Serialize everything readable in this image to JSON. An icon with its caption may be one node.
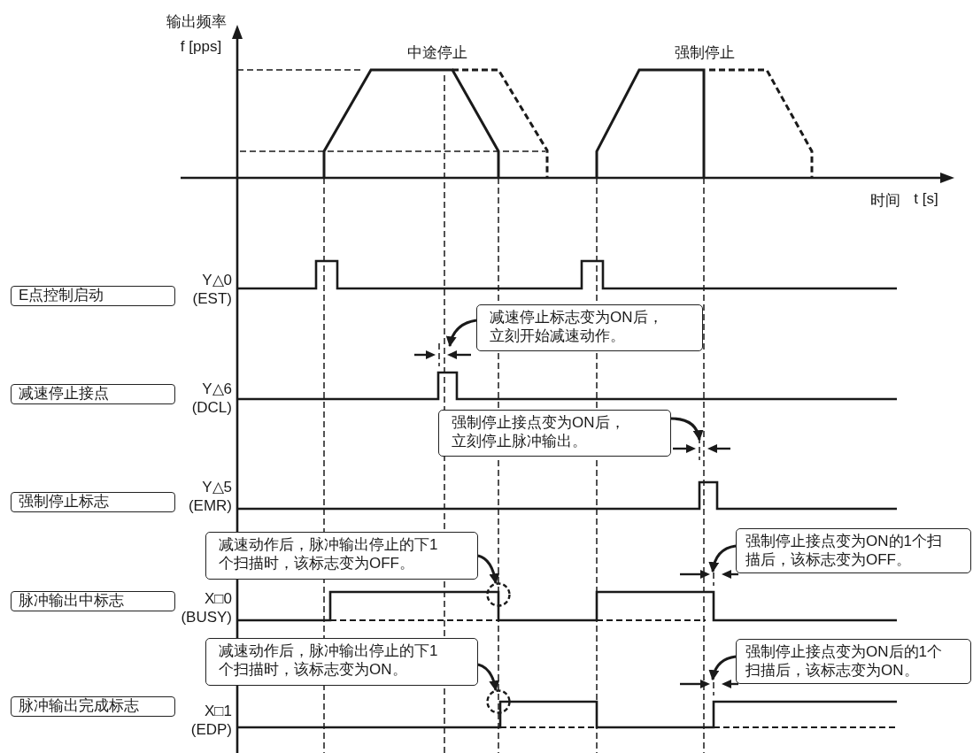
{
  "diagram": {
    "nodes": [
      {
        "text": [
          "E点控制启动"
        ],
        "beside": [
          "Y△0 (EST)"
        ]
      },
      {
        "text": [
          "减速停止接点"
        ],
        "beside": [
          "Y△6 (DCL)"
        ]
      },
      {
        "text": [
          "强制停止标志"
        ],
        "beside": [
          "Y△5 (EMR)"
        ]
      },
      {
        "text": [
          "脉冲输出中标志"
        ],
        "beside": [
          "X□0 (BUSY)"
        ]
      },
      {
        "text": [
          "脉冲输出完成标志"
        ],
        "beside": [
          "X□1 (EDP)"
        ]
      },
      {
        "text": [
          "减速停止标志变为ON后，立刻开始减速动作。"
        ]
      },
      {
        "text": [
          "强制停止接点变为ON后，立刻停止脉冲输出。"
        ]
      },
      {
        "text": [
          "减速动作后，脉冲输出停止的下1个扫描时，该标志变为OFF。"
        ]
      },
      {
        "text": [
          "强制停止接点变为ON的1个扫描后，该标志变为OFF。"
        ]
      },
      {
        "text": [
          "减速动作后，脉冲输出停止的下1个扫描时，该标志变为ON。"
        ]
      },
      {
        "text": [
          "强制停止接点变为ON后的1个扫描后，该标志变为ON。"
        ]
      },
      {
        "text": [],
        "shape": "circle"
      },
      {
        "text": [],
        "shape": "circle"
      }
    ],
    "edges": [
      {
        "from": 5,
        "to": null,
        "arrow": "to"
      },
      {
        "from": 6,
        "to": null,
        "arrow": "to"
      },
      {
        "from": 7,
        "to": 11,
        "arrow": "to"
      },
      {
        "from": 8,
        "to": null,
        "arrow": "to"
      },
      {
        "from": 9,
        "to": 12,
        "arrow": "to"
      },
      {
        "from": 10,
        "to": null,
        "arrow": "to"
      }
    ],
    "labels": [
      "输出频率",
      "f [pps]",
      "中途停止",
      "强制停止",
      "时间",
      "t [s]"
    ]
  }
}
